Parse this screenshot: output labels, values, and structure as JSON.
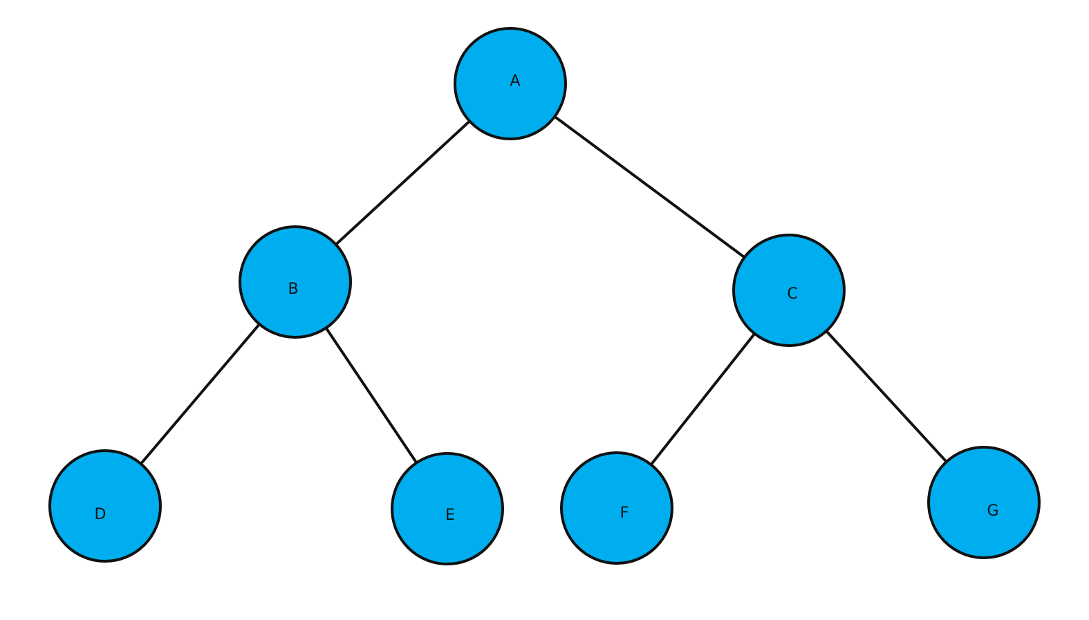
{
  "colors": {
    "node_fill": "#00aeef",
    "stroke": "#111111",
    "background": "#ffffff"
  },
  "nodes": [
    {
      "id": "A",
      "label": "A"
    },
    {
      "id": "B",
      "label": "B"
    },
    {
      "id": "C",
      "label": "C"
    },
    {
      "id": "D",
      "label": "D"
    },
    {
      "id": "E",
      "label": "E"
    },
    {
      "id": "F",
      "label": "F"
    },
    {
      "id": "G",
      "label": "G"
    }
  ],
  "edges": [
    {
      "from": "A",
      "to": "B"
    },
    {
      "from": "A",
      "to": "C"
    },
    {
      "from": "B",
      "to": "D"
    },
    {
      "from": "B",
      "to": "E"
    },
    {
      "from": "C",
      "to": "F"
    },
    {
      "from": "C",
      "to": "G"
    }
  ]
}
